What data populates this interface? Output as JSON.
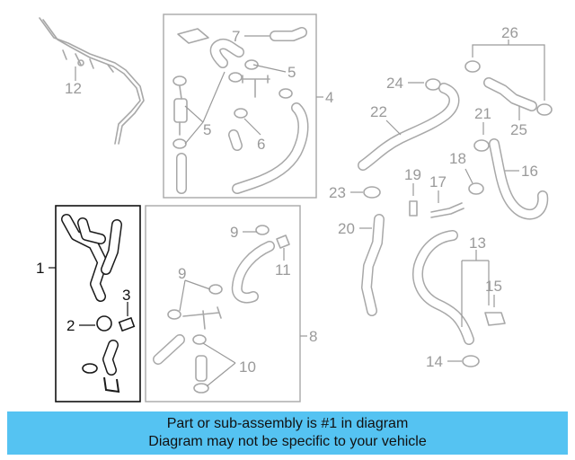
{
  "callouts": {
    "c1": "1",
    "c2": "2",
    "c3": "3",
    "c4": "4",
    "c5a": "5",
    "c5b": "5",
    "c6": "6",
    "c7": "7",
    "c8": "8",
    "c9a": "9",
    "c9b": "9",
    "c10": "10",
    "c11": "11",
    "c12": "12",
    "c13": "13",
    "c14": "14",
    "c15": "15",
    "c16": "16",
    "c17": "17",
    "c18": "18",
    "c19": "19",
    "c20": "20",
    "c21": "21",
    "c22": "22",
    "c23": "23",
    "c24": "24",
    "c25": "25",
    "c26": "26"
  },
  "banner": {
    "line1": "Part or sub-assembly is #1 in diagram",
    "line2": "Diagram may not be specific to your vehicle",
    "color": "#55c3f2"
  },
  "highlight_color": "#111111",
  "callout_color": "#9a9a9a"
}
